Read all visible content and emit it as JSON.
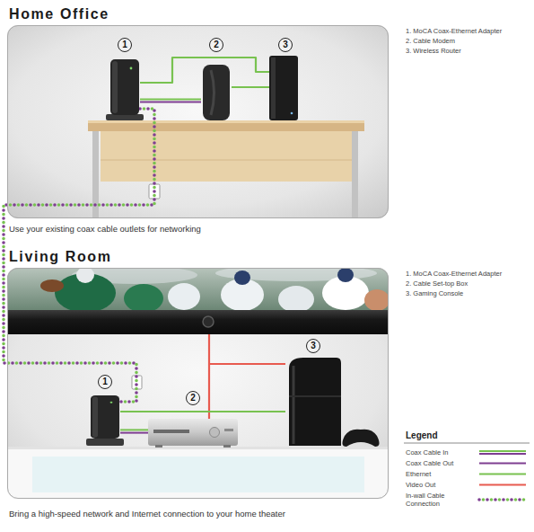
{
  "diagram": {
    "nodes": [
      {
        "text": [
          "Home Office"
        ]
      },
      {
        "text": [
          "1"
        ],
        "in": 0
      },
      {
        "text": [
          "2"
        ],
        "in": 0
      },
      {
        "text": [
          "3"
        ],
        "in": 0
      },
      {
        "text": [
          "Living Room"
        ]
      },
      {
        "text": [
          "1"
        ],
        "in": 4
      },
      {
        "text": [
          "2"
        ],
        "in": 4
      },
      {
        "text": [
          "3"
        ],
        "in": 4
      }
    ],
    "edges": [
      {
        "from": 1,
        "to": 2,
        "arrow": "none"
      },
      {
        "from": 2,
        "to": 3,
        "arrow": "none"
      },
      {
        "from": 1,
        "to": 3,
        "arrow": "none"
      },
      {
        "from": 1,
        "to": 5,
        "arrow": "none"
      },
      {
        "from": 5,
        "to": 6,
        "arrow": "none"
      },
      {
        "from": 5,
        "to": 7,
        "arrow": "none"
      }
    ],
    "labels": [
      "1. MoCA Coax-Ethernet Adapter",
      "2. Cable Modem",
      "3. Wireless Router",
      "Use your existing coax cable outlets for networking",
      "1. MoCA Coax-Ethernet Adapter",
      "2. Cable Set-top Box",
      "3. Gaming Console",
      "Legend",
      "Bring a high-speed network and Internet connection to your home theater"
    ],
    "legend": [
      {
        "text": "Coax Cable In"
      },
      {
        "text": "Coax Cable Out"
      },
      {
        "text": "Ethernet"
      },
      {
        "text": "Video Out"
      },
      {
        "text": "In-wall Cable Connection"
      }
    ]
  }
}
